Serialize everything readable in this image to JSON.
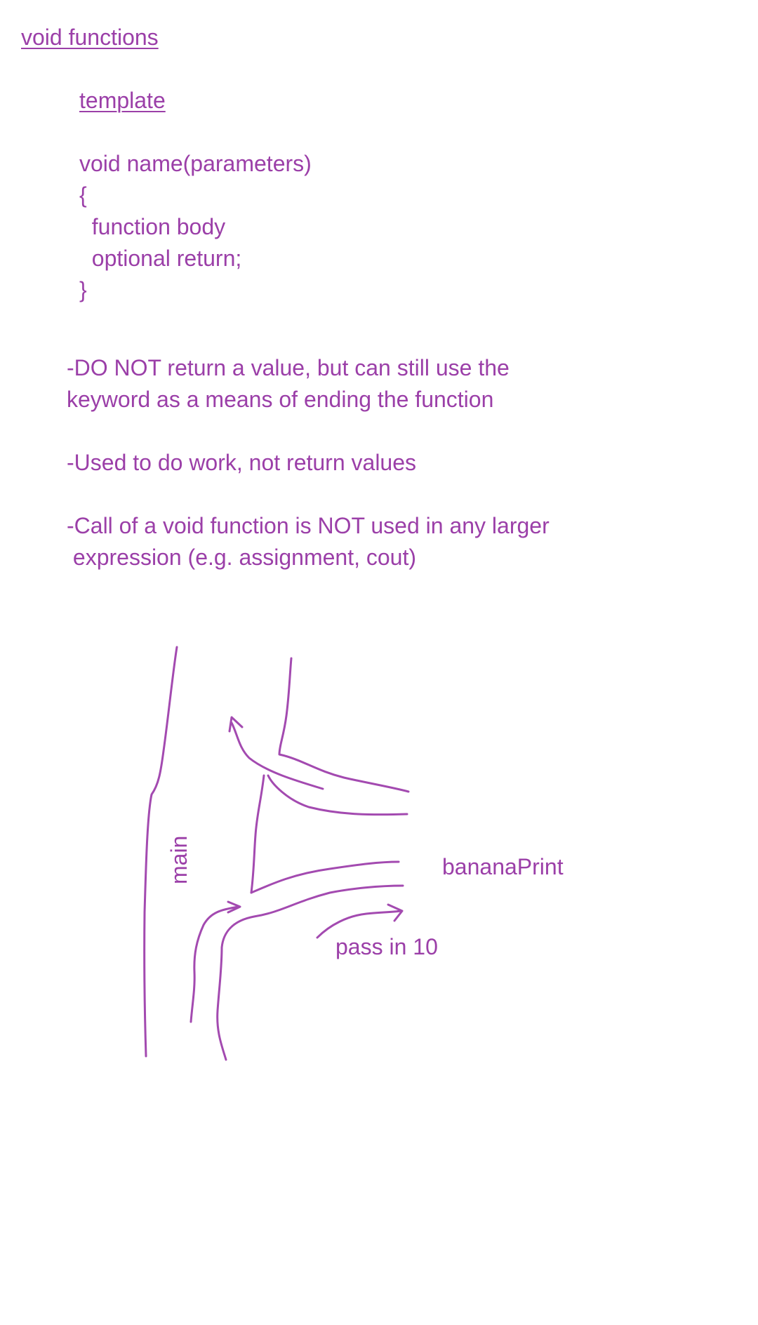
{
  "heading": "void functions",
  "template": {
    "label": "template",
    "lines": [
      "void name(parameters)",
      "{",
      "  function body",
      "  optional return;",
      "}"
    ]
  },
  "notes": [
    {
      "line1": "-DO NOT return a value, but can still use the",
      "line2": "keyword as a means of ending the function"
    },
    {
      "line1": "-Used to do work, not return values",
      "line2": ""
    },
    {
      "line1": "-Call of a void function is NOT used in any larger",
      "line2": " expression (e.g. assignment, cout)"
    }
  ],
  "diagram": {
    "main_label": "main",
    "function_label": "bananaPrint",
    "arrow_label": "pass in 10"
  },
  "colors": {
    "ink": "#9b3fa8"
  }
}
